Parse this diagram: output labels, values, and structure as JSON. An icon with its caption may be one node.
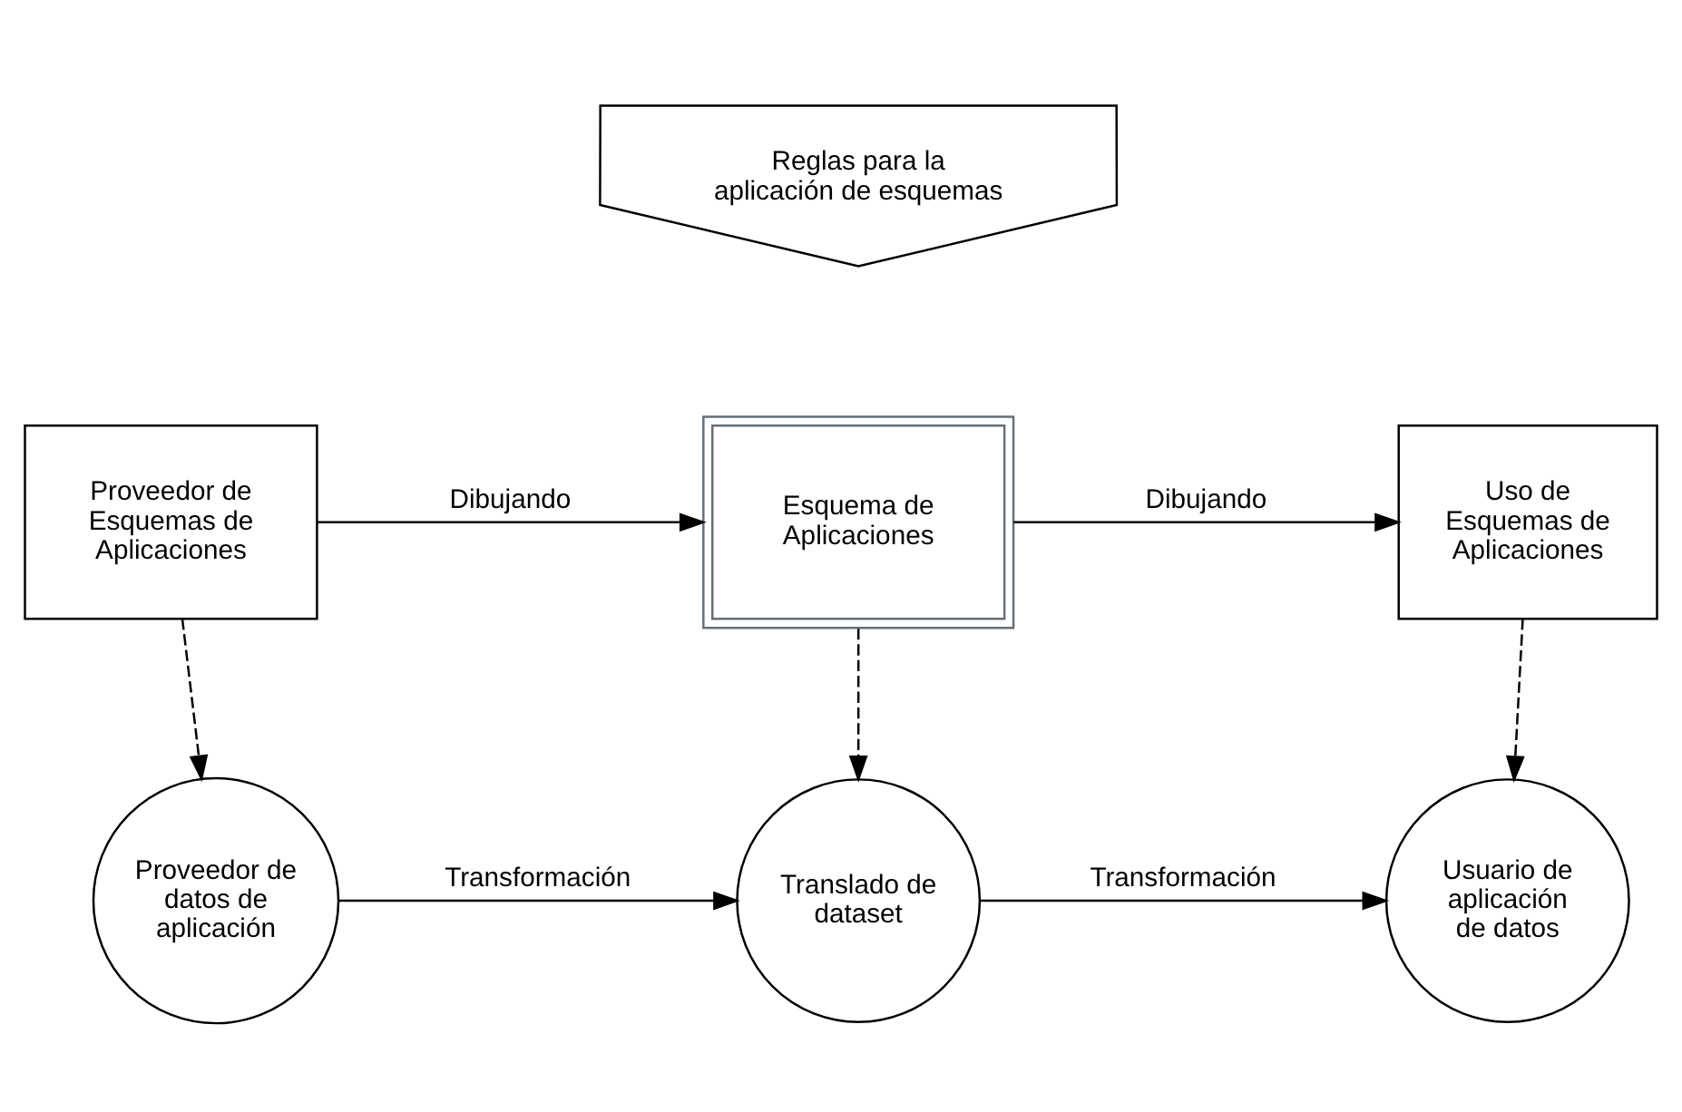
{
  "diagram": {
    "nodes": [
      {
        "text": [
          "Reglas para la aplicación de esquemas"
        ]
      },
      {
        "text": [
          "Proveedor de Esquemas de Aplicaciones"
        ]
      },
      {
        "text": [
          "Esquema de Aplicaciones"
        ]
      },
      {
        "text": [
          "Uso de Esquemas de Aplicaciones"
        ]
      },
      {
        "text": [
          "Proveedor de datos de aplicación"
        ]
      },
      {
        "text": [
          "Translado de dataset"
        ]
      },
      {
        "text": [
          "Usuario de aplicación de datos"
        ]
      }
    ],
    "edges": [
      {
        "from": 1,
        "to": 2,
        "arrow": "to",
        "label": "Dibujando"
      },
      {
        "from": 2,
        "to": 3,
        "arrow": "to",
        "label": "Dibujando"
      },
      {
        "from": 1,
        "to": 4,
        "arrow": "to",
        "style": "dashed"
      },
      {
        "from": 2,
        "to": 5,
        "arrow": "to",
        "style": "dashed"
      },
      {
        "from": 3,
        "to": 6,
        "arrow": "to",
        "style": "dashed"
      },
      {
        "from": 4,
        "to": 5,
        "arrow": "to",
        "label": "Transformación"
      },
      {
        "from": 5,
        "to": 6,
        "arrow": "to",
        "label": "Transformación"
      }
    ]
  }
}
